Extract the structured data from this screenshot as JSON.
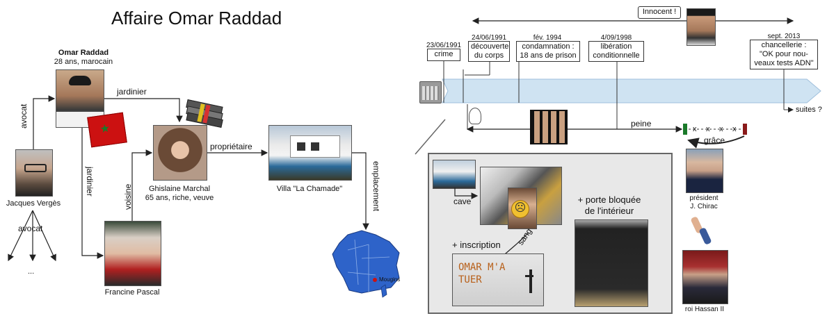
{
  "left": {
    "title": "Affaire Omar Raddad",
    "omar": {
      "name": "Omar Raddad",
      "desc": "28 ans, marocain"
    },
    "verges": "Jacques Vergès",
    "ghislaine": {
      "name": "Ghislaine Marchal",
      "desc": "65 ans, riche, veuve"
    },
    "francine": "Francine Pascal",
    "villa": "Villa \"La Chamade\"",
    "mougins": "Mougins",
    "edges": {
      "jardinier_top": "jardinier",
      "jardinier_side": "jardinier",
      "avocat_side": "avocat",
      "avocat_bottom": "avocat",
      "voisine": "voisine",
      "proprietaire": "propriétaire",
      "emplacement": "emplacement",
      "ellipsis": "..."
    }
  },
  "right": {
    "innocent": "Innocent !",
    "events": [
      {
        "date": "23/06/1991",
        "label": "crime"
      },
      {
        "date": "24/06/1991",
        "label": "découverte\ndu corps"
      },
      {
        "date": "fév. 1994",
        "label": "condamnation :\n18 ans de prison"
      },
      {
        "date": "4/09/1998",
        "label": "libération\nconditionnelle"
      },
      {
        "date": "sept. 2013",
        "label": "chancellerie :\n\"OK pour nou-\nveaux tests ADN\""
      }
    ],
    "suites": "suites ?",
    "peine": "peine",
    "grace": "grâce",
    "peine_marks": [
      "x",
      "x",
      "x",
      "x"
    ],
    "chirac": "président\nJ. Chirac",
    "hassan": "roi Hassan II",
    "detail": {
      "cave": "cave",
      "sang": "sang",
      "inscription": "+ inscription",
      "inscription_text": "OMAR M'A TUER",
      "porte": "+ porte bloquée\nde l'intérieur"
    }
  },
  "colors": {
    "timeline": "#cfe3f2",
    "flag_red": "#cc1111",
    "flag_green": "#1a7a2a",
    "panel": "#e8e8e8"
  }
}
